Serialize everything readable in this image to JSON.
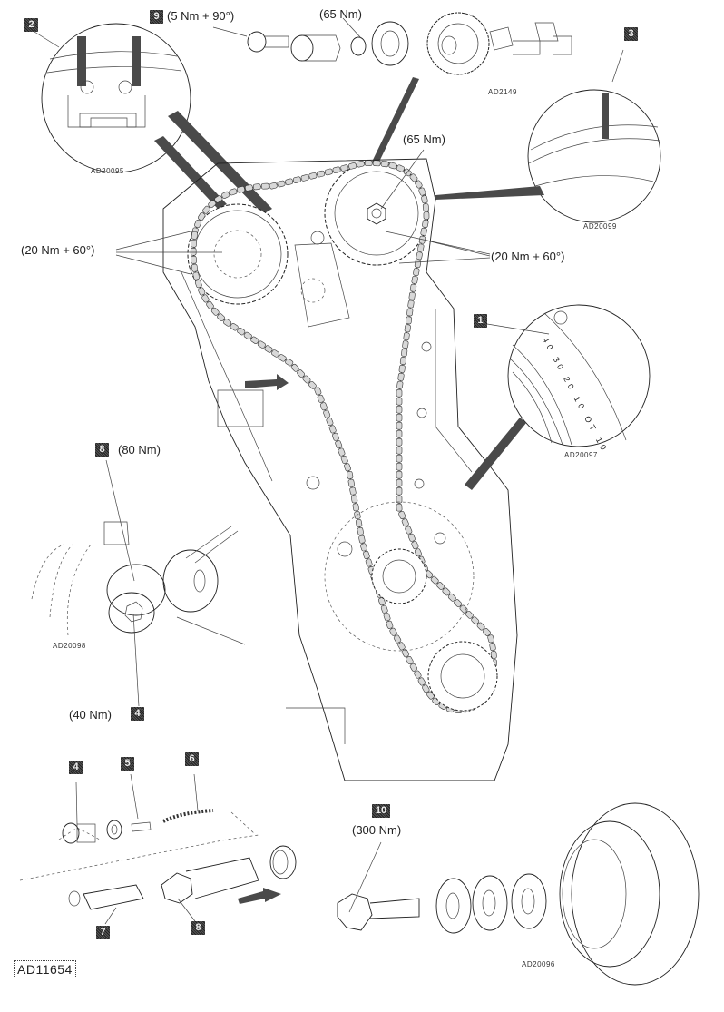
{
  "figure": {
    "reference": "AD11654",
    "subject": "Timing chain and sprocket assembly - exploded/installed view"
  },
  "callouts": [
    {
      "number": "1",
      "text": ""
    },
    {
      "number": "2",
      "text": ""
    },
    {
      "number": "3",
      "text": ""
    },
    {
      "number": "4",
      "text": "(40 Nm)"
    },
    {
      "number": "4",
      "text": ""
    },
    {
      "number": "5",
      "text": ""
    },
    {
      "number": "6",
      "text": ""
    },
    {
      "number": "7",
      "text": ""
    },
    {
      "number": "8",
      "text": "(80 Nm)"
    },
    {
      "number": "8",
      "text": ""
    },
    {
      "number": "9",
      "text": "(5 Nm + 90°)"
    },
    {
      "number": "10",
      "text": "(300 Nm)"
    }
  ],
  "torque_labels": {
    "cam_bolt_top": "(65 Nm)",
    "cam_sprocket": "(65 Nm)",
    "left_sprocket_bolts": "(20 Nm + 60°)",
    "right_sprocket_bolts": "(20 Nm + 60°)"
  },
  "detail_codes": {
    "detail_2": "AD20095",
    "detail_camshaft": "AD2149",
    "detail_3": "AD20099",
    "detail_1": "AD20097",
    "detail_tensioner": "AD20098",
    "detail_pulley": "AD20096"
  },
  "timing_scale": [
    "40",
    "30",
    "20",
    "10",
    "OT",
    "10"
  ]
}
